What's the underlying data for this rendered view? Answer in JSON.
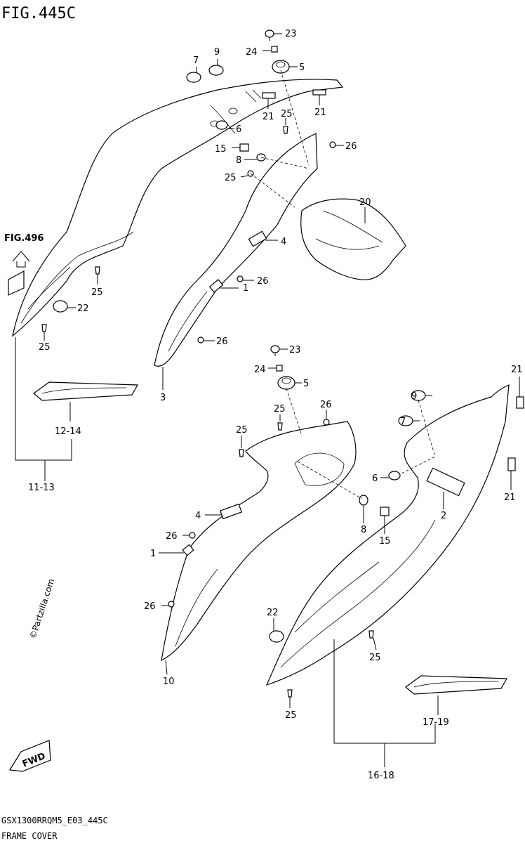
{
  "header": {
    "fig_title": "FIG.445C"
  },
  "ref_box": {
    "label": "FIG.496"
  },
  "callouts": {
    "c23a": "23",
    "c24a": "24",
    "c5a": "5",
    "c7a": "7",
    "c9a": "9",
    "c21a": "21",
    "c21b": "21",
    "c25a": "25",
    "c6a": "6",
    "c15a": "15",
    "c26a": "26",
    "c8a": "8",
    "c25b": "25",
    "c20": "20",
    "c4a": "4",
    "c26b": "26",
    "c1a": "1",
    "c25c": "25",
    "c22a": "22",
    "c25d": "25",
    "c26c": "26",
    "c3": "3",
    "c12_14": "12-14",
    "c11_13": "11-13",
    "c23b": "23",
    "c24b": "24",
    "c5b": "5",
    "c25e": "25",
    "c26d": "26",
    "c25f": "25",
    "c21c": "21",
    "c9b": "9",
    "c7b": "7",
    "c6b": "6",
    "c2": "2",
    "c21d": "21",
    "c4b": "4",
    "c8b": "8",
    "c15b": "15",
    "c26e": "26",
    "c1b": "1",
    "c26f": "26",
    "c22b": "22",
    "c25g": "25",
    "c10": "10",
    "c25h": "25",
    "c17_19": "17-19",
    "c16_18": "16-18"
  },
  "watermark": "©Partzilla.com",
  "fwd_label": "FWD",
  "footer": {
    "code": "GSX1300RRQM5_E03_445C",
    "name": "FRAME COVER"
  }
}
